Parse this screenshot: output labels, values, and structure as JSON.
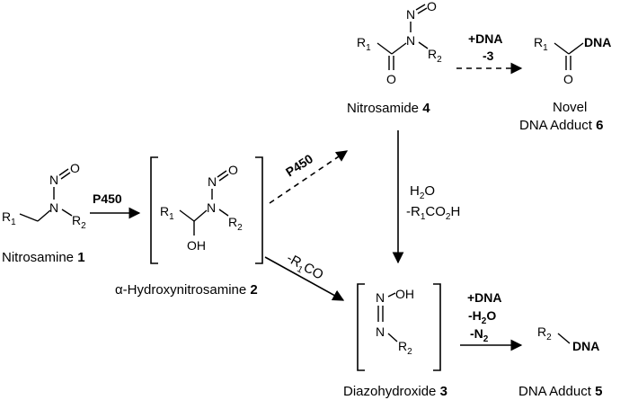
{
  "compounds": {
    "nitrosamine": {
      "name": "Nitrosamine ",
      "num": "1"
    },
    "hydroxy": {
      "name": "α-Hydroxynitrosamine ",
      "num": "2"
    },
    "diazohydroxide": {
      "name": "Diazohydroxide ",
      "num": "3"
    },
    "nitrosamide": {
      "name": "Nitrosamide ",
      "num": "4"
    },
    "adduct5": {
      "name": "DNA Adduct ",
      "num": "5"
    },
    "adduct6": {
      "line1": "Novel",
      "line2": "DNA Adduct ",
      "num": "6"
    }
  },
  "atoms": {
    "R": "R",
    "sub1": "1",
    "sub2": "2",
    "N": "N",
    "O": "O",
    "OH": "OH",
    "DNA": "DNA"
  },
  "reactions": {
    "p450_a": "P450",
    "p450_b": "P450",
    "water": "H",
    "water_sub": "2",
    "water_end": "O",
    "minus_r1co2h": {
      "pre": "-R",
      "sub1": "1",
      "mid": "CO",
      "sub2": "2",
      "end": "H"
    },
    "minus_r1co": {
      "pre": "-R",
      "sub1": "1",
      "end": "CO"
    },
    "plus_dna_3": {
      "line1": "+DNA",
      "line2": "-3"
    },
    "final": {
      "line1": "+DNA",
      "h2o_pre": "-H",
      "h2o_sub": "2",
      "h2o_end": "O",
      "n2_pre": "-N",
      "n2_sub": "2"
    }
  }
}
